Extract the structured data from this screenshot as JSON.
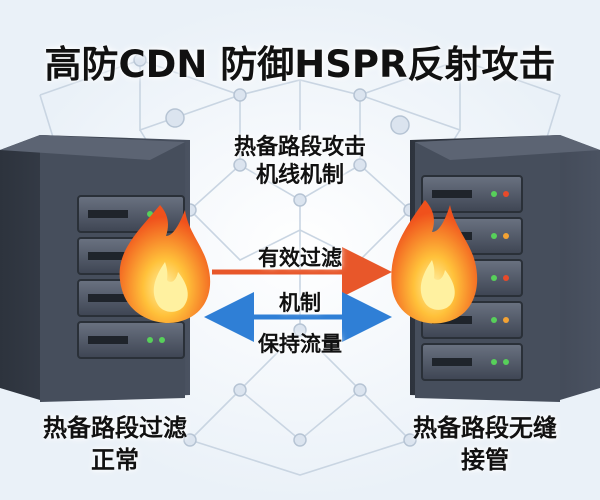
{
  "title": "高防CDN 防御HSPR反射攻击",
  "center_box": {
    "line1": "热备路段攻击",
    "line2": "机线机制"
  },
  "arrows": {
    "top_label": "有效过滤",
    "middle_label": "机制",
    "bottom_label": "保持流量",
    "top_color": "#e8572a",
    "bottom_color": "#2f7fd6"
  },
  "left_server": {
    "caption_line1": "热备路段过滤",
    "caption_line2": "正常",
    "icon": "server-rack-icon",
    "status_icon": "fire-icon"
  },
  "right_server": {
    "caption_line1": "热备路段无缝",
    "caption_line2": "接管",
    "icon": "server-rack-icon",
    "status_icon": "fire-icon"
  },
  "colors": {
    "server_body": "#3b4250",
    "server_face": "#565e6c",
    "flame_outer": "#f4631c",
    "flame_inner": "#ffcf3d"
  }
}
